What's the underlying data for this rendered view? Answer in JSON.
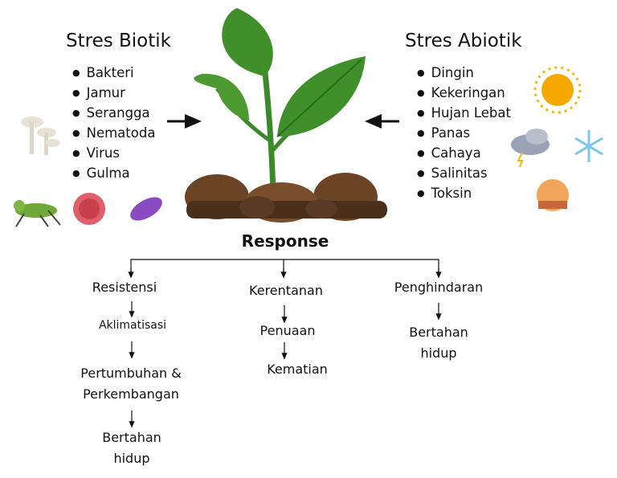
{
  "biotic": {
    "title": "Stres Biotik",
    "items": [
      "Bakteri",
      "Jamur",
      "Serangga",
      "Nematoda",
      "Virus",
      "Gulma"
    ]
  },
  "abiotic": {
    "title": "Stres Abiotik",
    "items": [
      "Dingin",
      "Kekeringan",
      "Hujan Lebat",
      "Panas",
      "Cahaya",
      "Salinitas",
      "Toksin"
    ]
  },
  "response": {
    "title": "Response",
    "branches": [
      {
        "steps": [
          "Resistensi",
          "Aklimatisasi",
          "Pertumbuhan & Perkembangan",
          "Bertahan hidup"
        ]
      },
      {
        "steps": [
          "Kerentanan",
          "Penuaan",
          "Kematian"
        ]
      },
      {
        "steps": [
          "Penghindaran",
          "Bertahan hidup"
        ]
      }
    ]
  },
  "colors": {
    "leaf": "#3f8f2a",
    "soil": "#5a3a22",
    "sun": "#f5a800"
  }
}
